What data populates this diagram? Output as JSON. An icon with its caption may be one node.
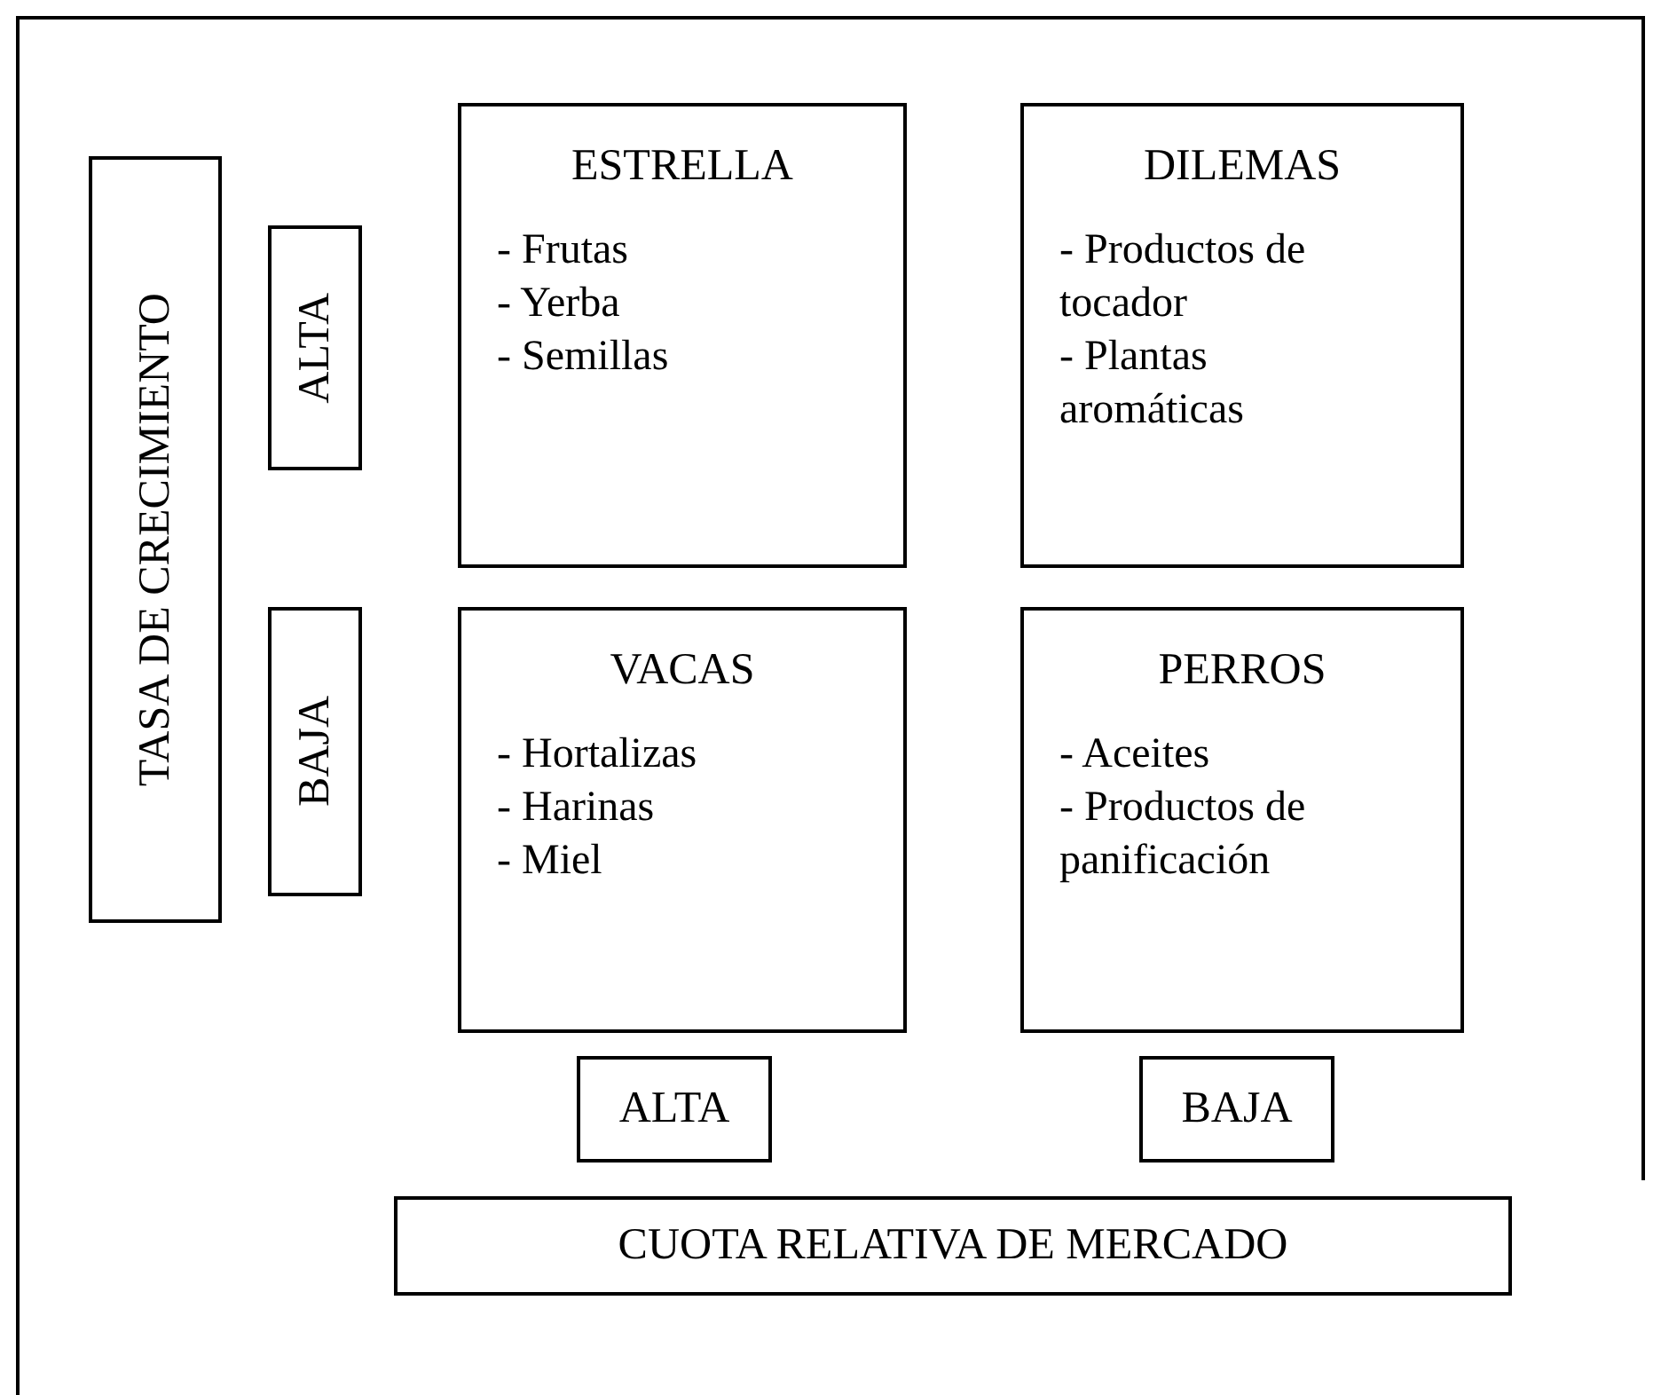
{
  "diagram": {
    "nodes": [
      {
        "text": [
          "TASA DE CRECIMIENTO"
        ]
      },
      {
        "text": [
          "ALTA"
        ]
      },
      {
        "text": [
          "ESTRELLA",
          "- Frutas",
          "- Yerba",
          "- Semillas"
        ]
      },
      {
        "text": [
          "DILEMAS",
          "- Productos de tocador",
          "- Plantas aromáticas"
        ]
      },
      {
        "text": [
          "BAJA"
        ]
      },
      {
        "text": [
          "VACAS",
          "- Hortalizas",
          "- Harinas",
          "- Miel"
        ]
      },
      {
        "text": [
          "PERROS",
          "- Aceites",
          "- Productos de panificación"
        ]
      },
      {
        "text": [
          "ALTA"
        ]
      },
      {
        "text": [
          "BAJA"
        ]
      },
      {
        "text": [
          "CUOTA RELATIVA DE MERCADO"
        ]
      }
    ],
    "edges": []
  }
}
